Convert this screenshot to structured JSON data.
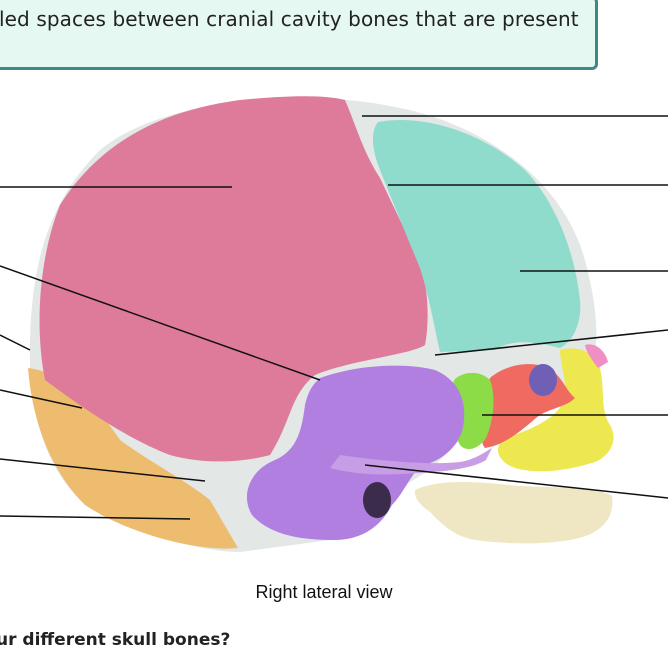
{
  "callout": {
    "text": "led spaces between cranial cavity bones that are present"
  },
  "figure": {
    "caption": "Right lateral view",
    "colors": {
      "parietal": "#de7b9b",
      "frontal": "#8fdccd",
      "occipital": "#eebc6e",
      "temporal": "#b17fe0",
      "sphenoid": "#8bdc46",
      "zygomatic": "#ef6b61",
      "maxilla": "#eee850",
      "mandible": "#efe7c3",
      "fontanelle_membrane": "#e3e7e6",
      "nasal": "#ef8fc3"
    }
  },
  "question": {
    "text": "ur different skull bones?"
  }
}
